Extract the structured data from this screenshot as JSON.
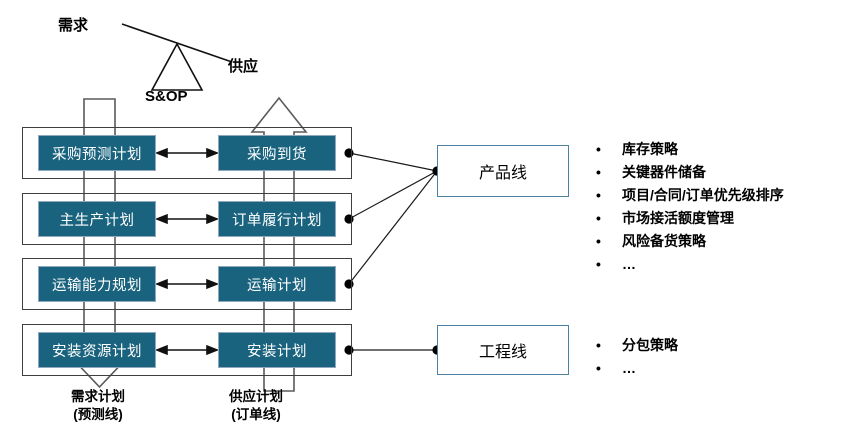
{
  "balance": {
    "demand_label": "需求",
    "supply_label": "供应",
    "fulcrum_label": "S&OP"
  },
  "planning_rows": [
    {
      "left": "采购预测计划",
      "right": "采购到货"
    },
    {
      "left": "主生产计划",
      "right": "订单履行计划"
    },
    {
      "left": "运输能力规划",
      "right": "运输计划"
    },
    {
      "left": "安装资源计划",
      "right": "安装计划"
    }
  ],
  "categories": [
    {
      "name": "产品线",
      "bullets": [
        "库存策略",
        "关键器件储备",
        "项目/合同/订单优先级排序",
        "市场接活额度管理",
        "风险备货策略",
        "…"
      ]
    },
    {
      "name": "工程线",
      "bullets": [
        "分包策略",
        "…"
      ]
    }
  ],
  "flows": {
    "demand": {
      "title": "需求计划",
      "subtitle": "(预测线)"
    },
    "supply": {
      "title": "供应计划",
      "subtitle": "(订单线)"
    }
  },
  "bullet_marker": "•",
  "colors": {
    "plan_box_fill": "#1a637f",
    "plan_box_text": "#ffffff",
    "category_border": "#4d81a4",
    "row_border": "#3f3f3f",
    "line": "#1a1a1a",
    "background": "#ffffff"
  }
}
